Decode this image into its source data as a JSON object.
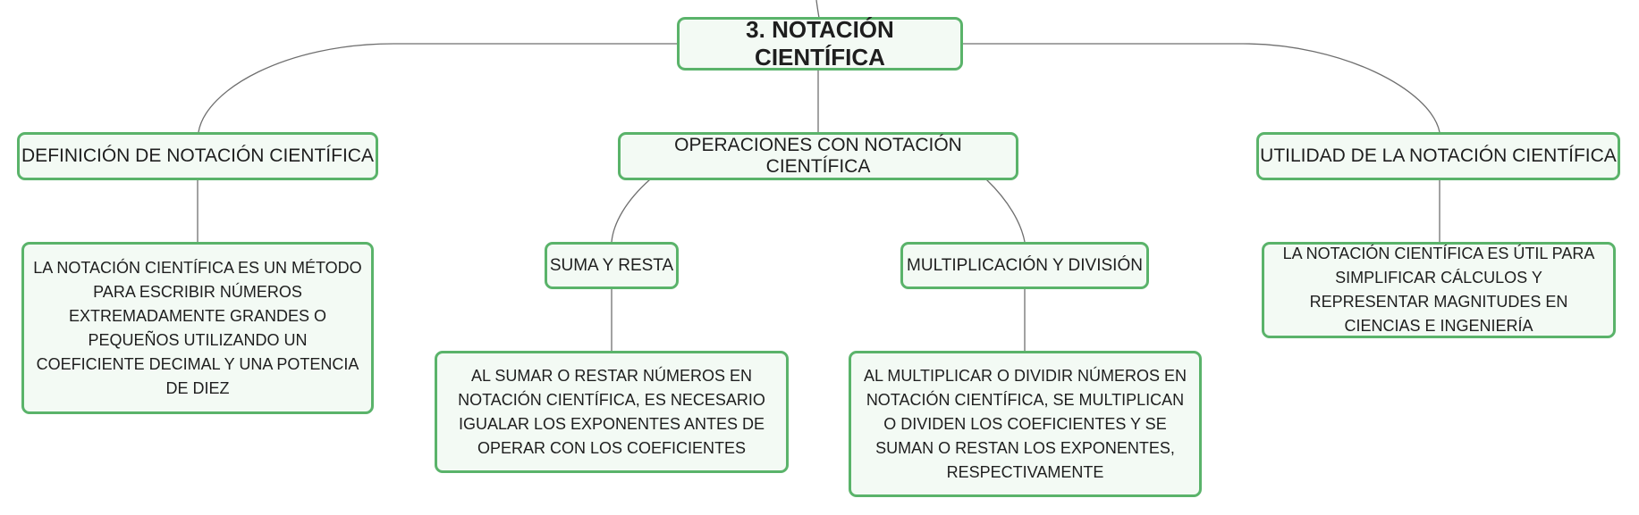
{
  "root": {
    "label": "3. NOTACIÓN CIENTÍFICA"
  },
  "branches": {
    "definition": {
      "title": "DEFINICIÓN DE NOTACIÓN CIENTÍFICA",
      "description": "LA NOTACIÓN CIENTÍFICA ES UN MÉTODO PARA ESCRIBIR NÚMEROS EXTREMADAMENTE GRANDES O PEQUEÑOS UTILIZANDO UN COEFICIENTE DECIMAL Y UNA POTENCIA DE DIEZ"
    },
    "operations": {
      "title": "OPERACIONES CON NOTACIÓN CIENTÍFICA",
      "children": {
        "sum": {
          "title": "SUMA Y RESTA",
          "description": "AL SUMAR O RESTAR NÚMEROS EN NOTACIÓN CIENTÍFICA, ES NECESARIO IGUALAR LOS EXPONENTES ANTES DE OPERAR CON LOS COEFICIENTES"
        },
        "mult": {
          "title": "MULTIPLICACIÓN Y DIVISIÓN",
          "description": "AL MULTIPLICAR O DIVIDIR NÚMEROS EN NOTACIÓN CIENTÍFICA, SE MULTIPLICAN O DIVIDEN LOS COEFICIENTES Y SE SUMAN O RESTAN LOS EXPONENTES, RESPECTIVAMENTE"
        }
      }
    },
    "utility": {
      "title": "UTILIDAD DE LA NOTACIÓN CIENTÍFICA",
      "description": "LA NOTACIÓN CIENTÍFICA ES ÚTIL PARA SIMPLIFICAR CÁLCULOS Y REPRESENTAR MAGNITUDES EN CIENCIAS E INGENIERÍA"
    }
  },
  "colors": {
    "node_border": "#5ab36a",
    "node_fill": "#f3faf4",
    "connector": "#6f6f6f",
    "text": "#1e1e1e"
  }
}
